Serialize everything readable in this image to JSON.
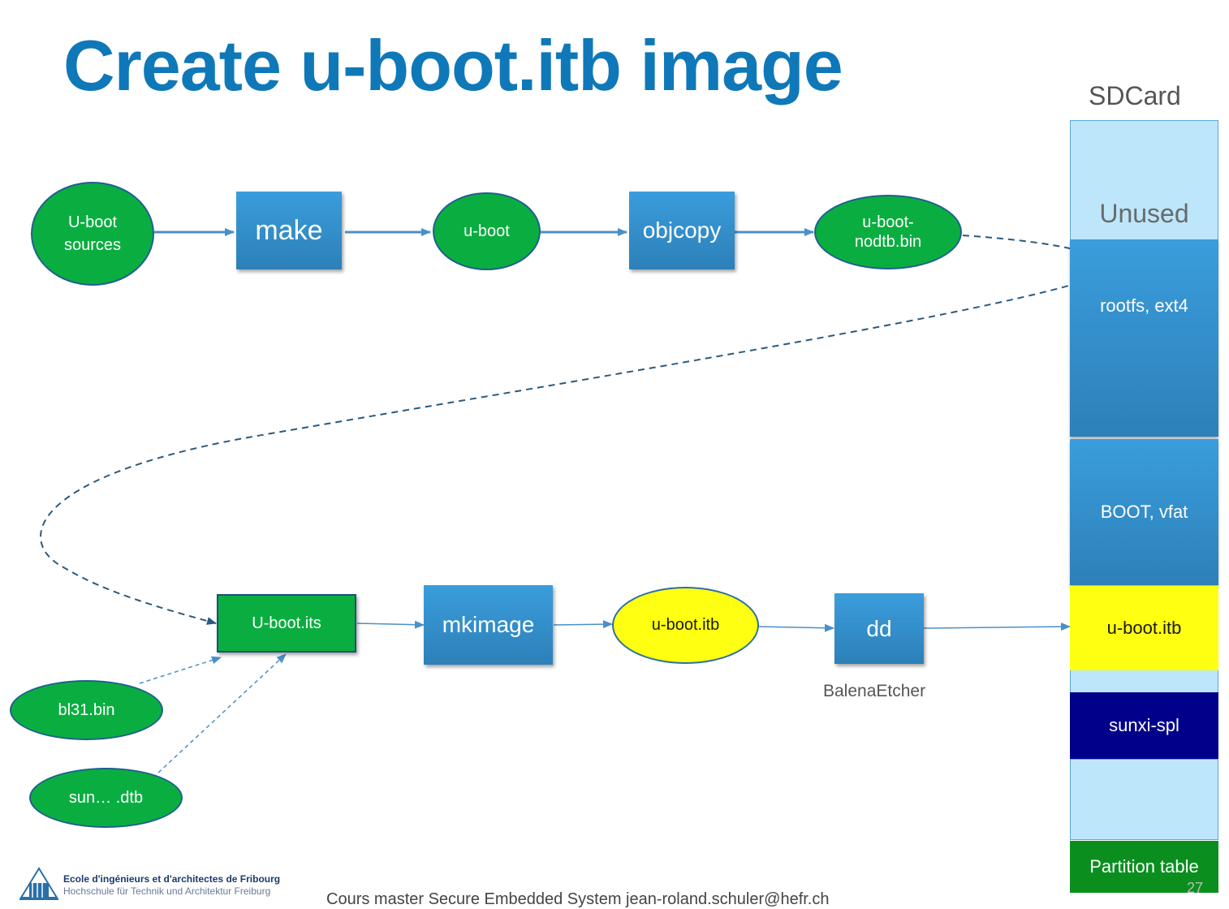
{
  "title": "Create u-boot.itb image",
  "top_flow": {
    "sources": [
      "U-boot",
      "sources"
    ],
    "make": "make",
    "uboot": "u-boot",
    "objcopy": "objcopy",
    "nodtb": [
      "u-boot-",
      "nodtb.bin"
    ]
  },
  "bottom_flow": {
    "its": "U-boot.its",
    "mkimage": "mkimage",
    "itb": "u-boot.itb",
    "dd": "dd",
    "dd_tool": "BalenaEtcher",
    "bl31": "bl31.bin",
    "dtb": "sun… .dtb"
  },
  "sdcard": {
    "label": "SDCard",
    "unused": "Unused",
    "rootfs": "rootfs, ext4",
    "boot": "BOOT, vfat",
    "itb": "u-boot.itb",
    "spl": "sunxi-spl",
    "partition": "Partition table"
  },
  "footer": {
    "school_line1": "Ecole d'ingénieurs et d'architectes de Fribourg",
    "school_line2": "Hochschule für Technik und Architektur Freiburg",
    "course": "Cours master  Secure Embedded System  jean-roland.schuler@hefr.ch",
    "page": "27"
  },
  "colors": {
    "title": "#0f78b8",
    "green": "#0aae40",
    "yellow": "#ffff11",
    "blue": "#2f8acb",
    "navy": "#00008b",
    "light_blue": "#bde6fb"
  }
}
